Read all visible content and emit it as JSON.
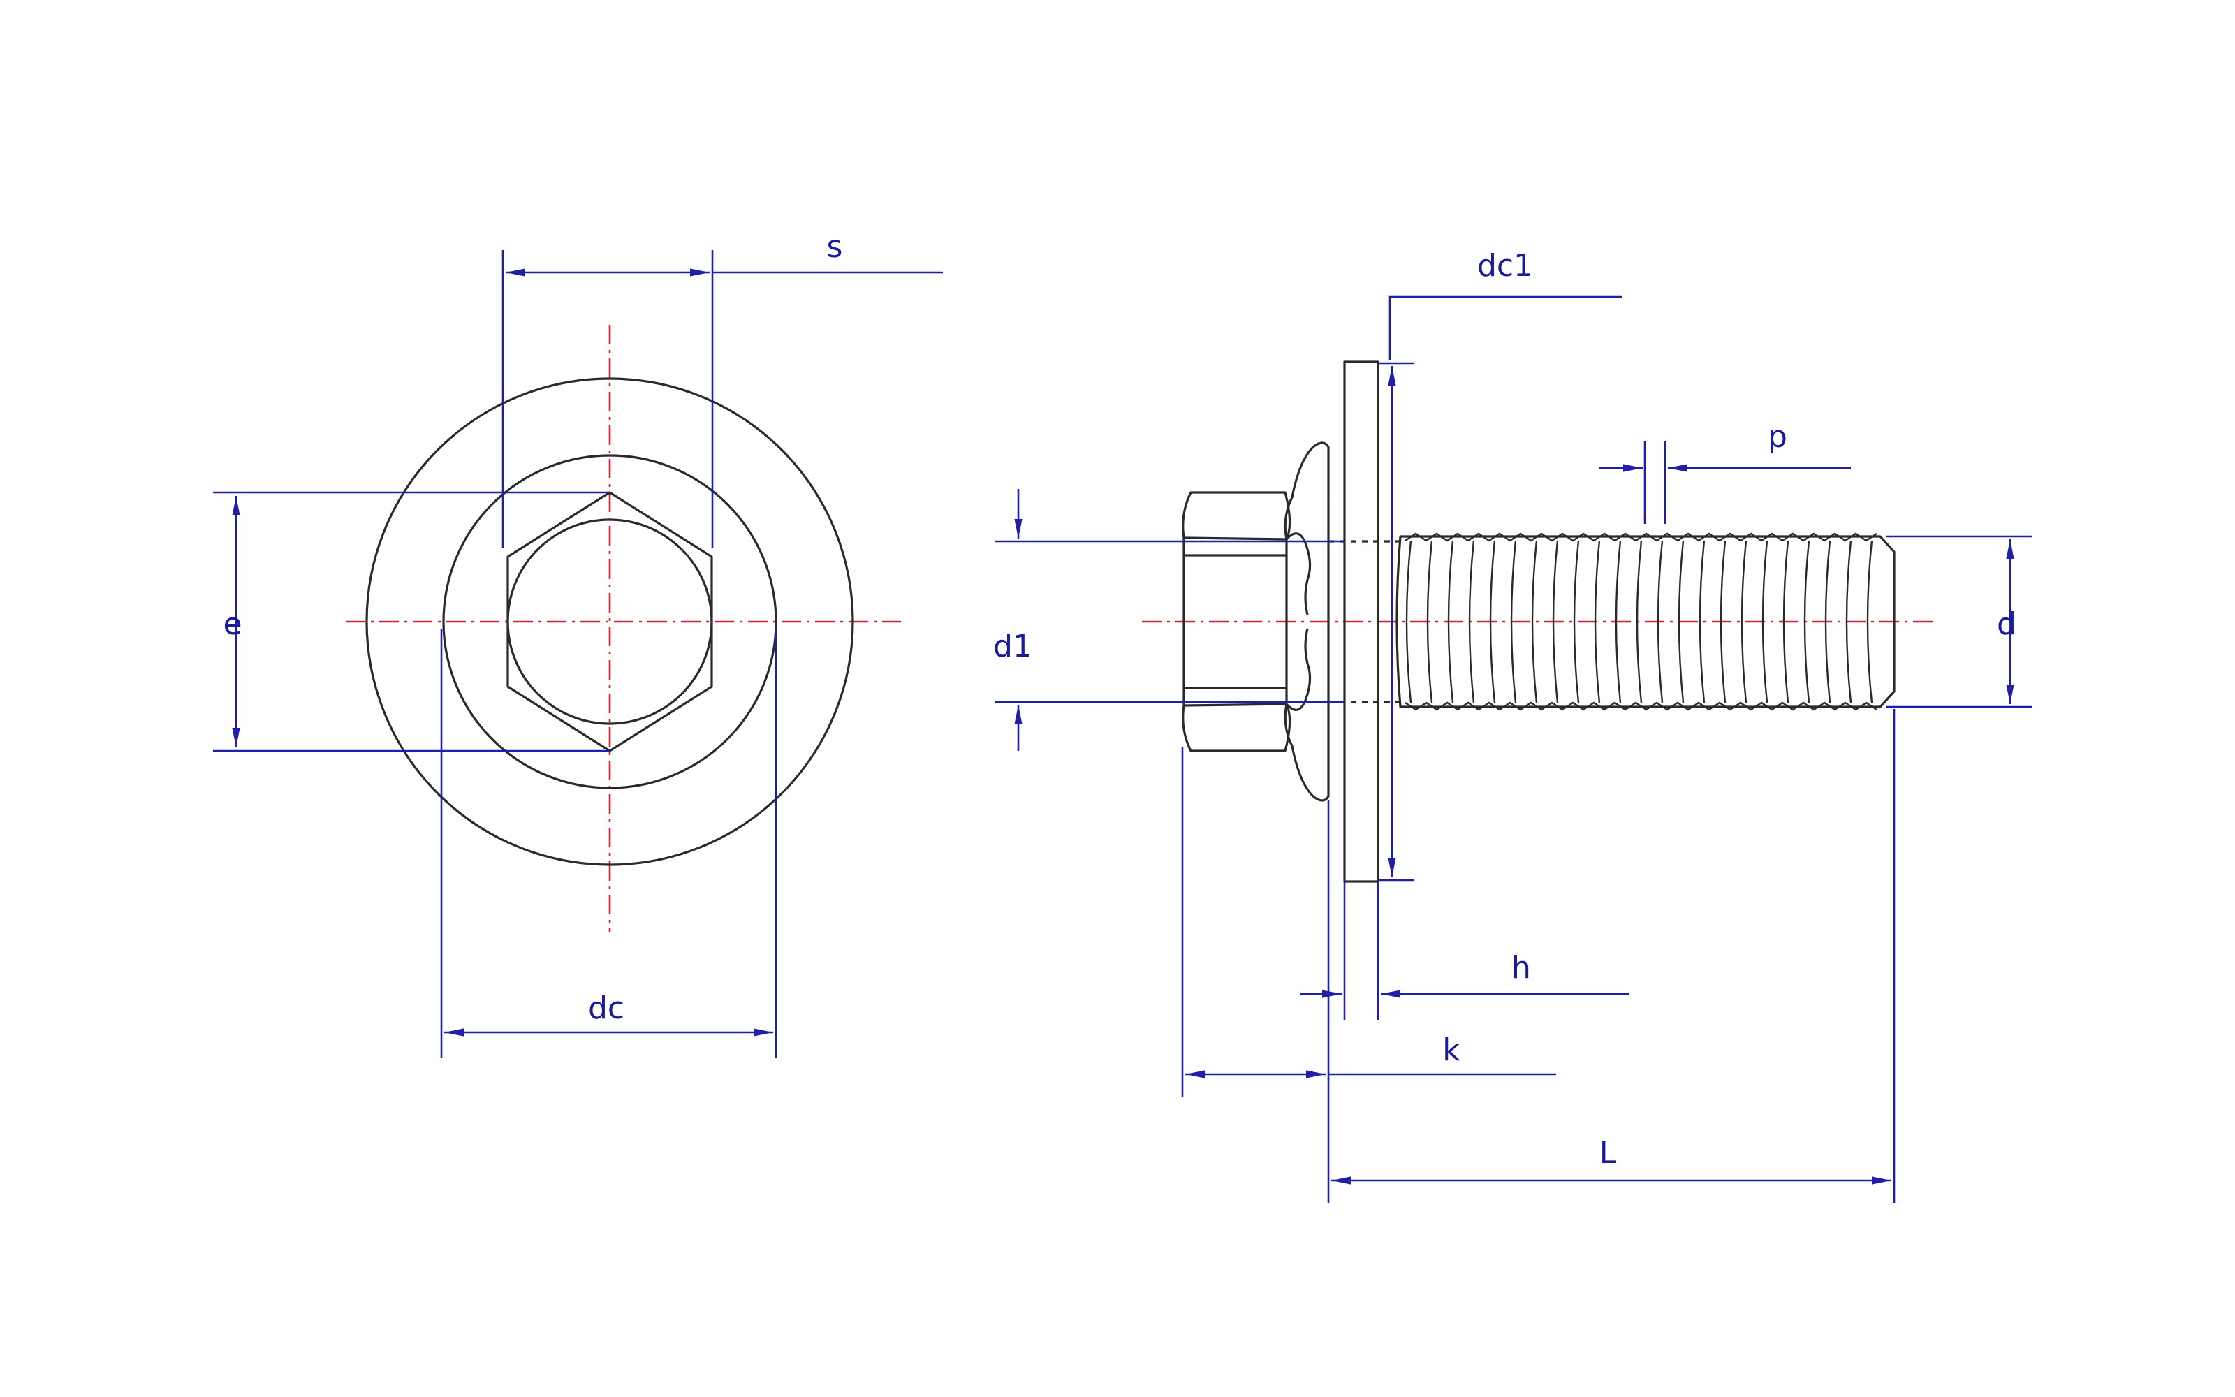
{
  "labels": {
    "s": "s",
    "e": "e",
    "dc": "dc",
    "dc1": "dc1",
    "d1": "d1",
    "p": "p",
    "d": "d",
    "h": "h",
    "k": "k",
    "L": "L"
  },
  "colors": {
    "dimension": "#1f1fa8",
    "centerline": "#cc2233",
    "outline": "#2a2a2a",
    "label": "#1a1a9a"
  }
}
